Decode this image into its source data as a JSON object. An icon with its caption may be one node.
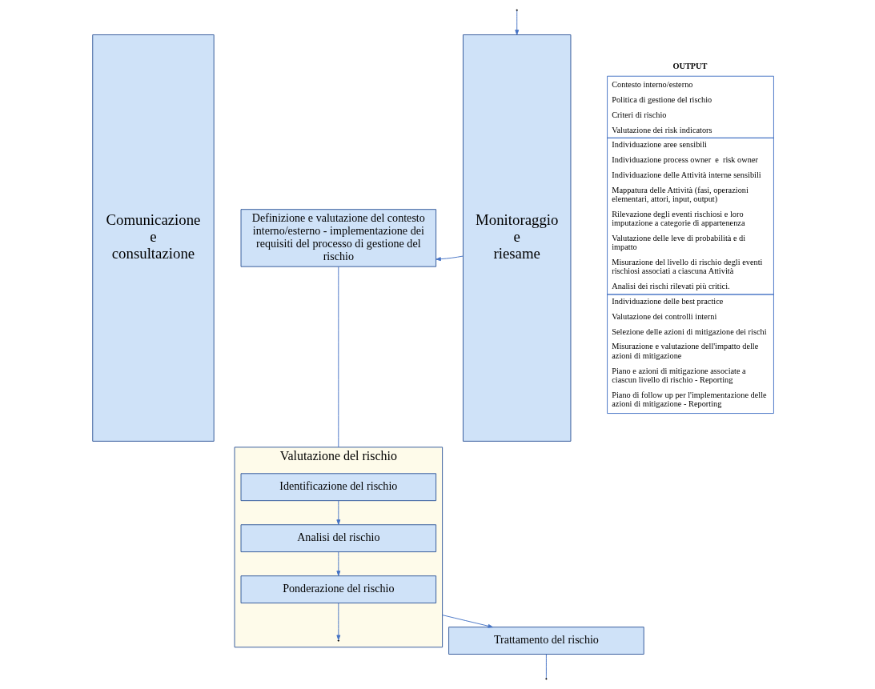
{
  "diagram": {
    "nodes": [
      {
        "text": [
          "Comunicazione e consultazione"
        ]
      },
      {
        "text": [
          "Definizione e valutazione del contesto interno/esterno - implementazione dei requisiti del processo di gestione del rischio"
        ]
      },
      {
        "text": [
          "Valutazione del rischio"
        ]
      },
      {
        "text": [
          "Identificazione del rischio"
        ],
        "in": 2
      },
      {
        "text": [
          "Analisi del rischio"
        ],
        "in": 2
      },
      {
        "text": [
          "Ponderazione del rischio"
        ],
        "in": 2
      },
      {
        "text": [
          "Trattamento del rischio"
        ]
      },
      {
        "text": [
          "Monitoraggio e riesame"
        ]
      },
      {
        "text": [
          "OUTPUT",
          "Contesto interno/esterno",
          "Politica di gestione del rischio",
          "Criteri di rischio",
          "Valutazione dei risk indicators",
          "Individuazione aree sensibili",
          "Individuazione process owner  e  risk owner",
          "Individuazione delle Attività interne sensibili",
          "Mappatura delle Attività (fasi, operazioni elementari, attori, input, output)",
          "Rilevazione degli eventi rischiosi e loro imputazione a categorie di appartenenza",
          "Valutazione delle leve di probabilità e di impatto",
          "Misurazione del livello di rischio degli eventi rischiosi associati a ciascuna Attività",
          "Analisi dei rischi rilevati più critici.",
          "Individuazione delle best practice",
          "Valutazione dei controlli interni",
          "Selezione delle azioni di mitigazione dei rischi",
          "Misurazione e valutazione dell'impatto delle azioni di mitigazione",
          "Piano e azioni di mitigazione associate a ciascun livello di rischio - Reporting",
          "Piano di follow up per l'implementazione delle azioni di mitigazione - Reporting"
        ]
      }
    ],
    "edges": [
      {
        "from": 1,
        "to": 2,
        "arrow": "none"
      },
      {
        "from": 3,
        "to": 4,
        "arrow": "to"
      },
      {
        "from": 4,
        "to": 5,
        "arrow": "to"
      },
      {
        "from": 5,
        "to": null,
        "arrow": "to"
      },
      {
        "from": 2,
        "to": 6,
        "arrow": "to"
      },
      {
        "from": 6,
        "to": null,
        "arrow": "none"
      },
      {
        "from": null,
        "to": 7,
        "arrow": "to"
      },
      {
        "from": 7,
        "to": 1,
        "arrow": "to"
      }
    ]
  }
}
